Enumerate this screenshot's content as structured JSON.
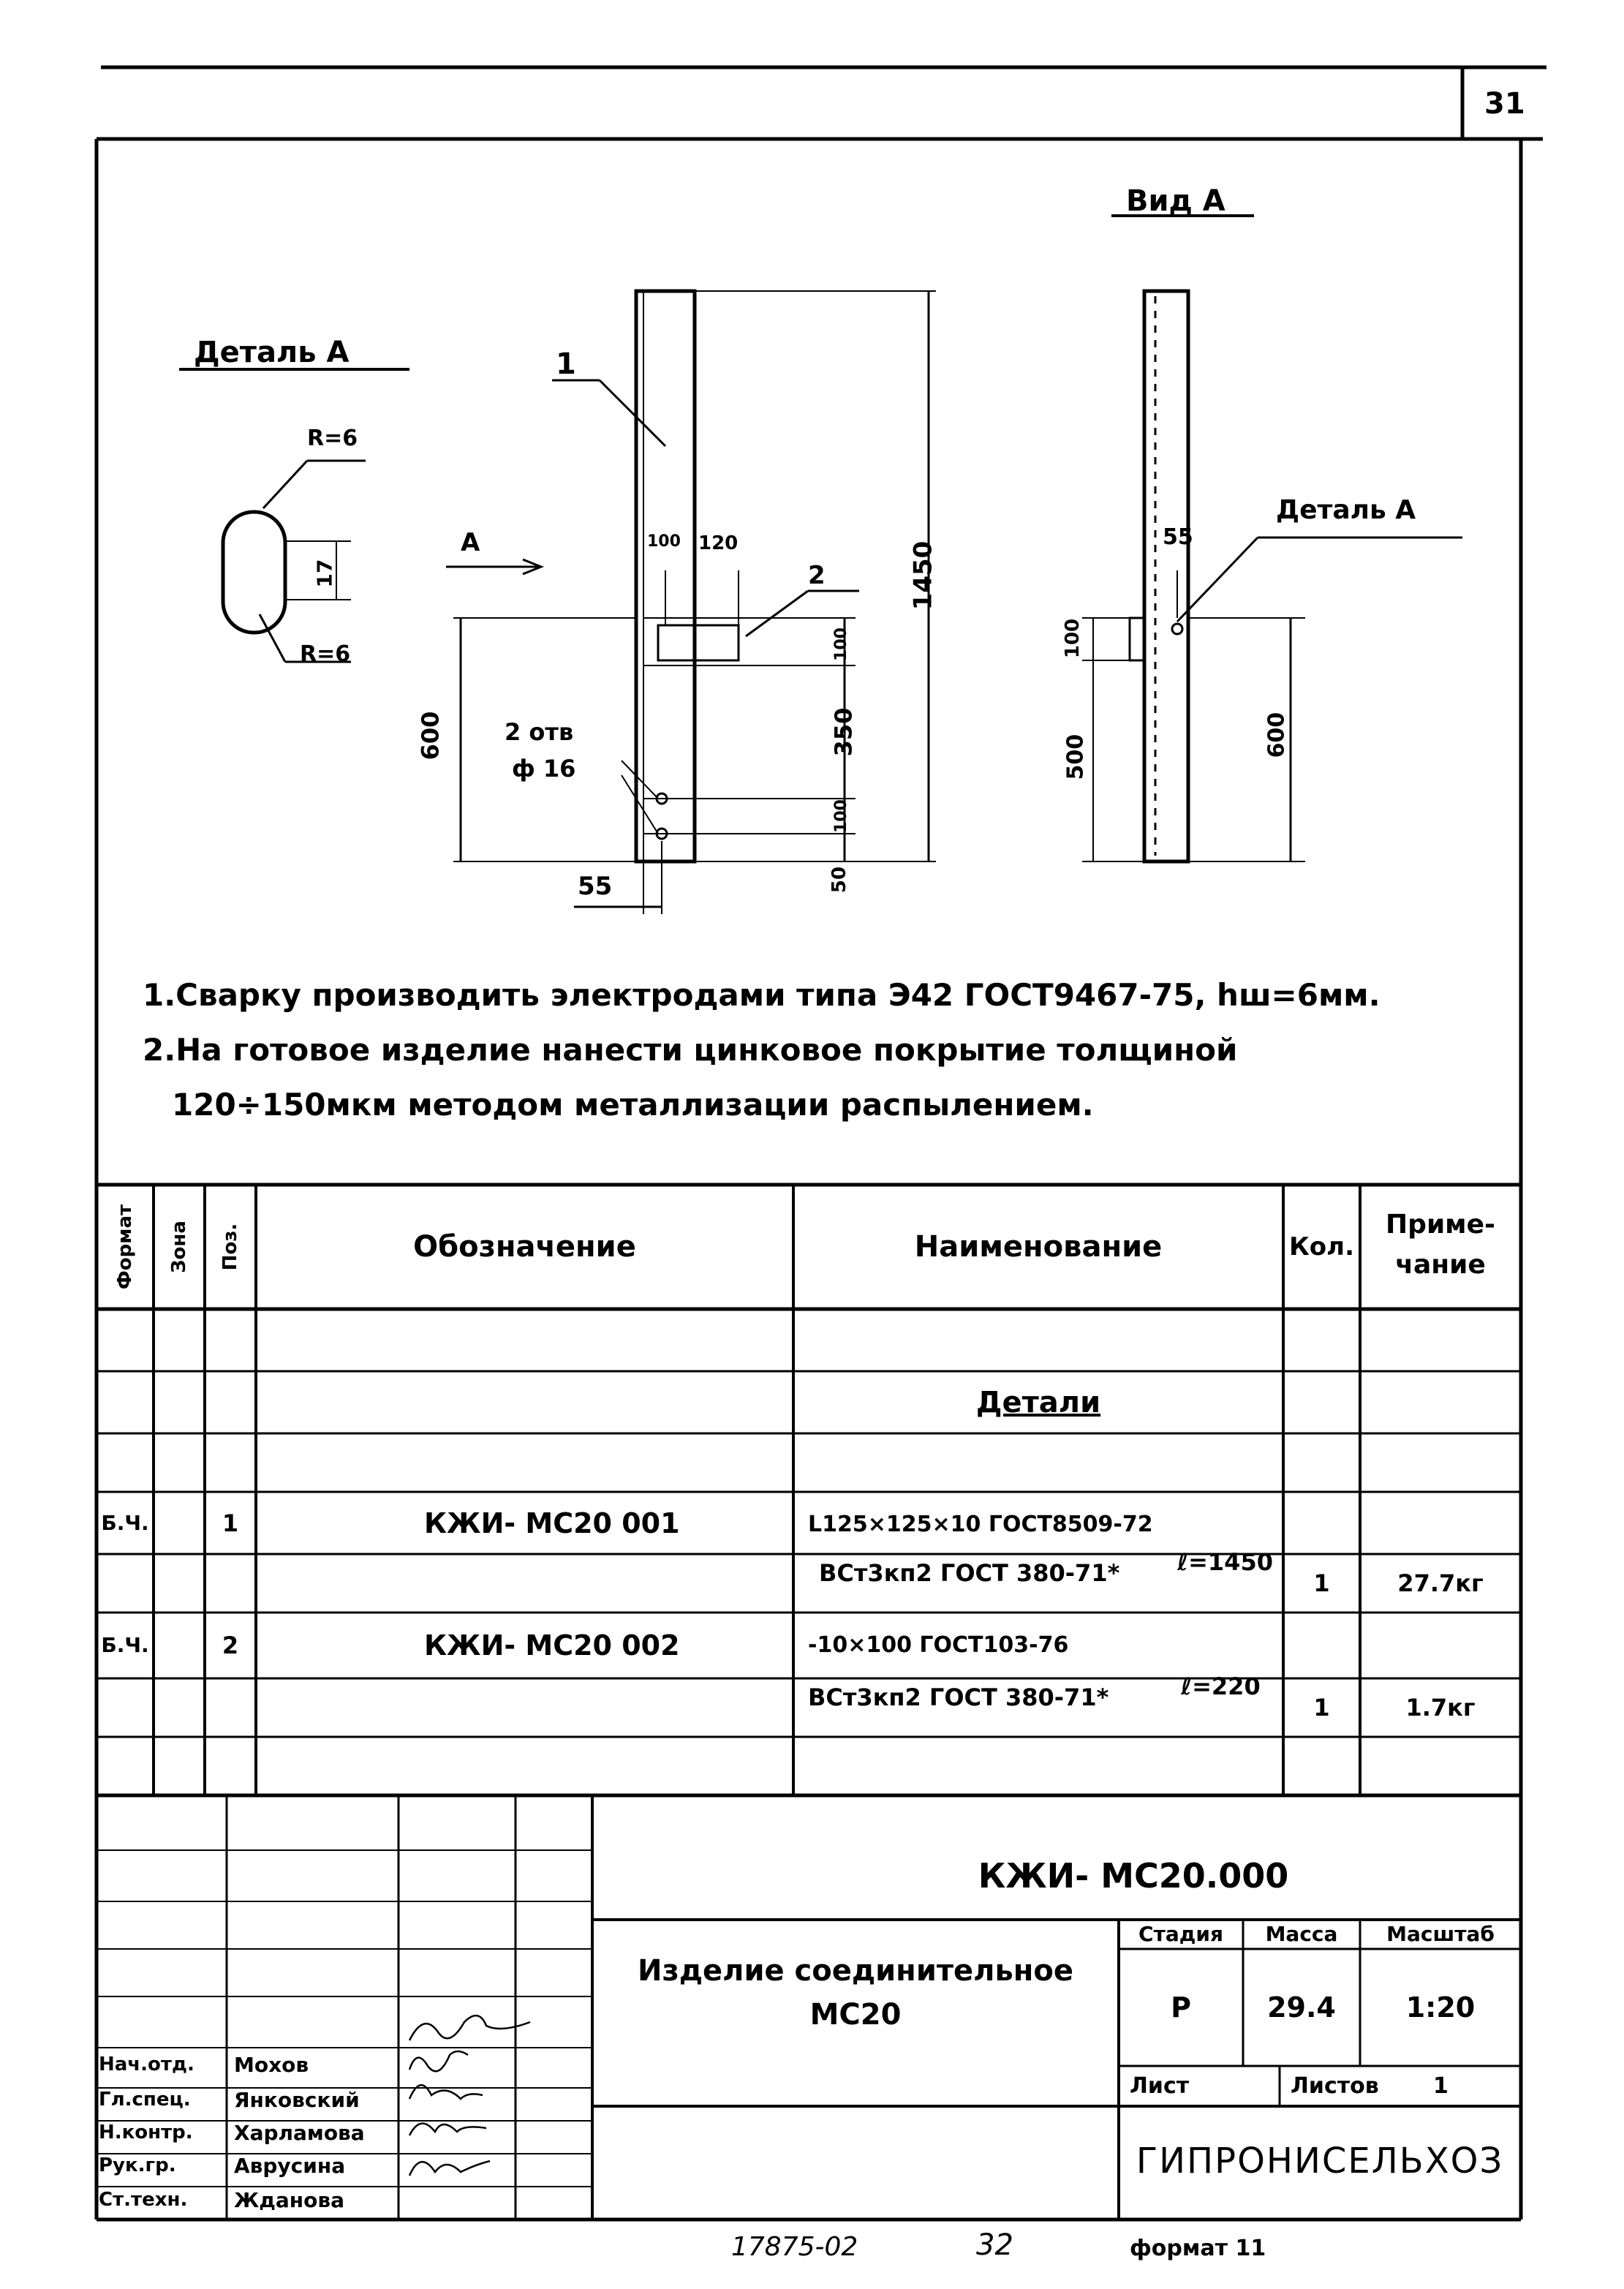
{
  "page_number": "31",
  "view_a": {
    "title": "Вид А",
    "detail_label": "Деталь А"
  },
  "detail_a": {
    "title": "Деталь А",
    "r_top": "R=6",
    "r_bottom": "R=6",
    "dim": "17"
  },
  "main_view": {
    "arrow_label": "А",
    "pos1": "1",
    "pos2": "2",
    "dim_100": "100",
    "dim_120": "120",
    "dim_1450": "1450",
    "dim_side_100": "100",
    "dim_350": "350",
    "dim_100b": "100",
    "dim_50": "50",
    "dim_600": "600",
    "dim_55": "55",
    "holes_line1": "2 отв",
    "holes_line2": "ф 16"
  },
  "side_view": {
    "dim_55": "55",
    "dim_100": "100",
    "dim_500": "500",
    "dim_600": "600"
  },
  "notes": [
    "1.Сварку производить электродами типа Э42 ГОСТ9467-75, hш=6мм.",
    "2.На готовое изделие нанести цинковое покрытие толщиной",
    "120÷150мкм методом металлизации распылением."
  ],
  "spec_table": {
    "headers": {
      "format": "Формат",
      "zone": "Зона",
      "pos": "Поз.",
      "designation": "Обозначение",
      "name": "Наименование",
      "qty": "Кол.",
      "note_line1": "Приме-",
      "note_line2": "чание"
    },
    "section": "Детали",
    "rows": [
      {
        "format": "Б.Ч.",
        "pos": "1",
        "designation": "КЖИ- МС20 001",
        "name_line1": "L125×125×10 ГОСТ8509-72",
        "name_line2": "ВСт3кп2 ГОСТ 380-71*",
        "length": "ℓ=1450",
        "qty": "1",
        "note": "27.7кг"
      },
      {
        "format": "Б.Ч.",
        "pos": "2",
        "designation": "КЖИ- МС20 002",
        "name_line1": "-10×100 ГОСТ103-76",
        "name_line2": "ВСт3кп2 ГОСТ 380-71*",
        "length": "ℓ=220",
        "qty": "1",
        "note": "1.7кг"
      }
    ]
  },
  "title_block": {
    "doc_code": "КЖИ- МС20.000",
    "product_line1": "Изделие соединительное",
    "product_line2": "МС20",
    "stage_label": "Стадия",
    "mass_label": "Масса",
    "scale_label": "Масштаб",
    "stage": "Р",
    "mass": "29.4",
    "scale": "1:20",
    "sheet_label": "Лист",
    "sheets_label": "Листов",
    "sheets": "1",
    "org": "ГИПРОНИСЕЛЬХОЗ",
    "signatures": [
      {
        "role": "Нач.отд.",
        "name": "Мохов"
      },
      {
        "role": "Гл.спец.",
        "name": "Янковский"
      },
      {
        "role": "Н.контр.",
        "name": "Харламова"
      },
      {
        "role": "Рук.гр.",
        "name": "Аврусина"
      },
      {
        "role": "Ст.техн.",
        "name": "Жданова"
      }
    ]
  },
  "footer": {
    "handwritten": "17875-02",
    "sheet": "32",
    "format": "формат 11"
  }
}
